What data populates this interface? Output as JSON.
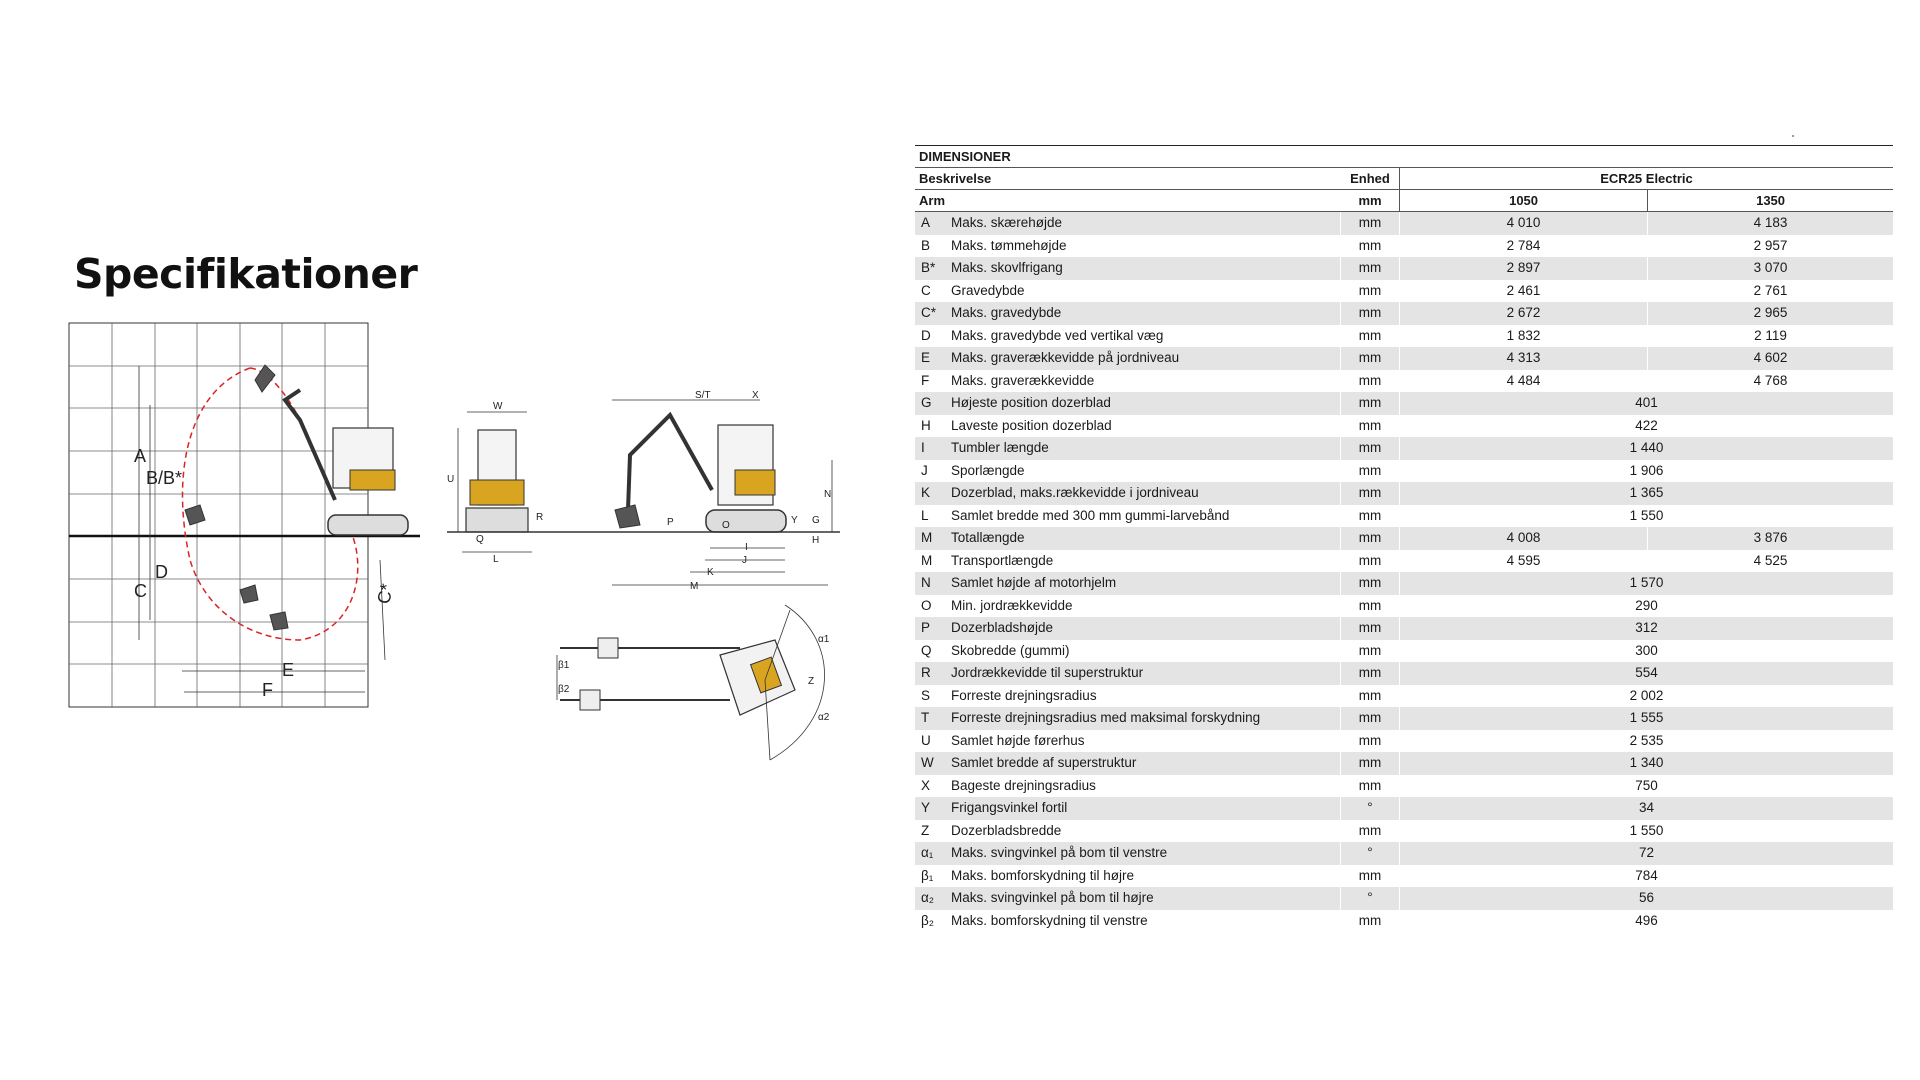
{
  "title": "Specifikationer",
  "drawings": {
    "side_view_labels": [
      "A",
      "B/B*",
      "D",
      "C",
      "C*",
      "E",
      "F"
    ],
    "front_view_labels": [
      "W",
      "U",
      "R",
      "Q",
      "L"
    ],
    "right_view_labels": [
      "S/T",
      "X",
      "N",
      "O",
      "P",
      "I",
      "J",
      "K",
      "M",
      "Y",
      "H",
      "G"
    ],
    "top_view_labels": [
      "α1",
      "α2",
      "β1",
      "β2",
      "Z"
    ]
  },
  "table": {
    "section": "DIMENSIONER",
    "col_desc": "Beskrivelse",
    "col_unit": "Enhed",
    "model": "ECR25 Electric",
    "arm_label": "Arm",
    "arm_unit": "mm",
    "arm_1": "1050",
    "arm_2": "1350",
    "rows": [
      {
        "code": "A",
        "desc": "Maks. skærehøjde",
        "unit": "mm",
        "v1": "4 010",
        "v2": "4 183"
      },
      {
        "code": "B",
        "desc": "Maks. tømmehøjde",
        "unit": "mm",
        "v1": "2 784",
        "v2": "2 957"
      },
      {
        "code": "B*",
        "desc": "Maks. skovlfrigang",
        "unit": "mm",
        "v1": "2 897",
        "v2": "3 070"
      },
      {
        "code": "C",
        "desc": "Gravedybde",
        "unit": "mm",
        "v1": "2 461",
        "v2": "2 761"
      },
      {
        "code": "C*",
        "desc": "Maks. gravedybde",
        "unit": "mm",
        "v1": "2 672",
        "v2": "2 965"
      },
      {
        "code": "D",
        "desc": "Maks. gravedybde ved vertikal væg",
        "unit": "mm",
        "v1": "1 832",
        "v2": "2 119"
      },
      {
        "code": "E",
        "desc": "Maks. graverækkevidde på jordniveau",
        "unit": "mm",
        "v1": "4 313",
        "v2": "4 602"
      },
      {
        "code": "F",
        "desc": "Maks. graverækkevidde",
        "unit": "mm",
        "v1": "4 484",
        "v2": "4 768"
      },
      {
        "code": "G",
        "desc": "Højeste position dozerblad",
        "unit": "mm",
        "v": "401"
      },
      {
        "code": "H",
        "desc": "Laveste position dozerblad",
        "unit": "mm",
        "v": "422"
      },
      {
        "code": "I",
        "desc": "Tumbler længde",
        "unit": "mm",
        "v": "1 440"
      },
      {
        "code": "J",
        "desc": "Sporlængde",
        "unit": "mm",
        "v": "1 906"
      },
      {
        "code": "K",
        "desc": "Dozerblad, maks.rækkevidde i jordniveau",
        "unit": "mm",
        "v": "1 365"
      },
      {
        "code": "L",
        "desc": "Samlet bredde med 300 mm gummi-larvebånd",
        "unit": "mm",
        "v": "1 550"
      },
      {
        "code": "M",
        "desc": "Totallængde",
        "unit": "mm",
        "v1": "4 008",
        "v2": "3 876"
      },
      {
        "code": "M",
        "desc": "Transportlængde",
        "unit": "mm",
        "v1": "4 595",
        "v2": "4 525"
      },
      {
        "code": "N",
        "desc": "Samlet højde af motorhjelm",
        "unit": "mm",
        "v": "1 570"
      },
      {
        "code": "O",
        "desc": "Min. jordrækkevidde",
        "unit": "mm",
        "v": "290"
      },
      {
        "code": "P",
        "desc": "Dozerbladshøjde",
        "unit": "mm",
        "v": "312"
      },
      {
        "code": "Q",
        "desc": "Skobredde (gummi)",
        "unit": "mm",
        "v": "300"
      },
      {
        "code": "R",
        "desc": "Jordrækkevidde til superstruktur",
        "unit": "mm",
        "v": "554"
      },
      {
        "code": "S",
        "desc": "Forreste drejningsradius",
        "unit": "mm",
        "v": "2 002"
      },
      {
        "code": "T",
        "desc": "Forreste drejningsradius med maksimal forskydning",
        "unit": "mm",
        "v": "1 555"
      },
      {
        "code": "U",
        "desc": "Samlet højde førerhus",
        "unit": "mm",
        "v": "2 535"
      },
      {
        "code": "W",
        "desc": "Samlet bredde af superstruktur",
        "unit": "mm",
        "v": "1 340"
      },
      {
        "code": "X",
        "desc": "Bageste drejningsradius",
        "unit": "mm",
        "v": "750"
      },
      {
        "code": "Y",
        "desc": "Frigangsvinkel fortil",
        "unit": "°",
        "v": "34"
      },
      {
        "code": "Z",
        "desc": "Dozerbladsbredde",
        "unit": "mm",
        "v": "1 550"
      },
      {
        "code": "α₁",
        "desc": "Maks. svingvinkel på bom til venstre",
        "unit": "°",
        "v": "72"
      },
      {
        "code": "β₁",
        "desc": "Maks. bomforskydning til højre",
        "unit": "mm",
        "v": "784"
      },
      {
        "code": "α₂",
        "desc": "Maks. svingvinkel på bom til højre",
        "unit": "°",
        "v": "56"
      },
      {
        "code": "β₂",
        "desc": "Maks. bomforskydning til venstre",
        "unit": "mm",
        "v": "496"
      }
    ]
  }
}
